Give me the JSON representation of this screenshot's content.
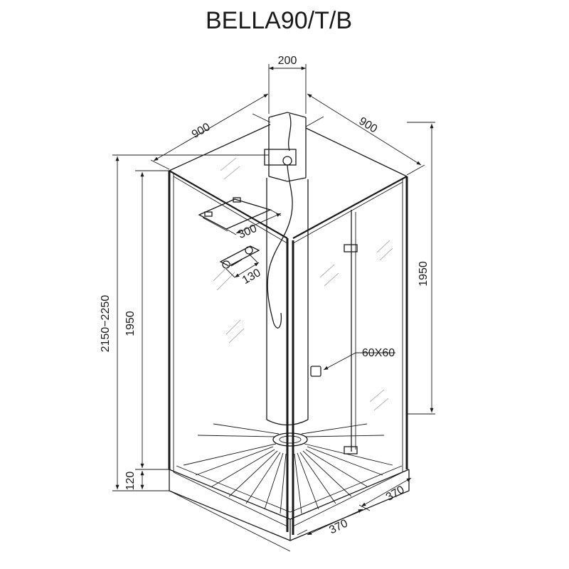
{
  "title": "BELLA90/T/B",
  "dimensions": {
    "column_width": "200",
    "width_left": "900",
    "width_right": "900",
    "shelf_depth": "300",
    "mixer_spacing": "130",
    "overall_height": "2150−2250",
    "left_height": "1950",
    "right_height": "1950",
    "tray_height": "120",
    "handle_size": "60X60",
    "tray_left": "370",
    "tray_right": "370"
  }
}
